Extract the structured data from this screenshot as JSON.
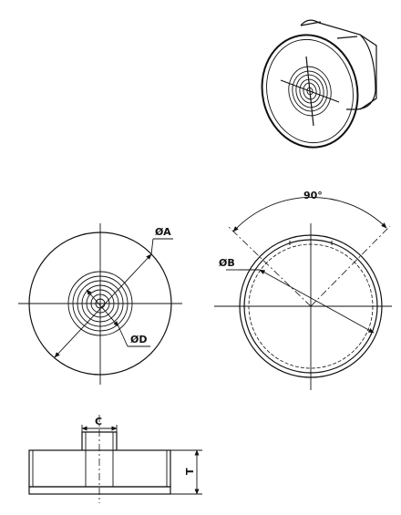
{
  "labels": {
    "diameter_a": "ØA",
    "diameter_b": "ØB",
    "diameter_d": "ØD",
    "angle": "90°",
    "width_c": "C",
    "thickness_t": "T"
  }
}
